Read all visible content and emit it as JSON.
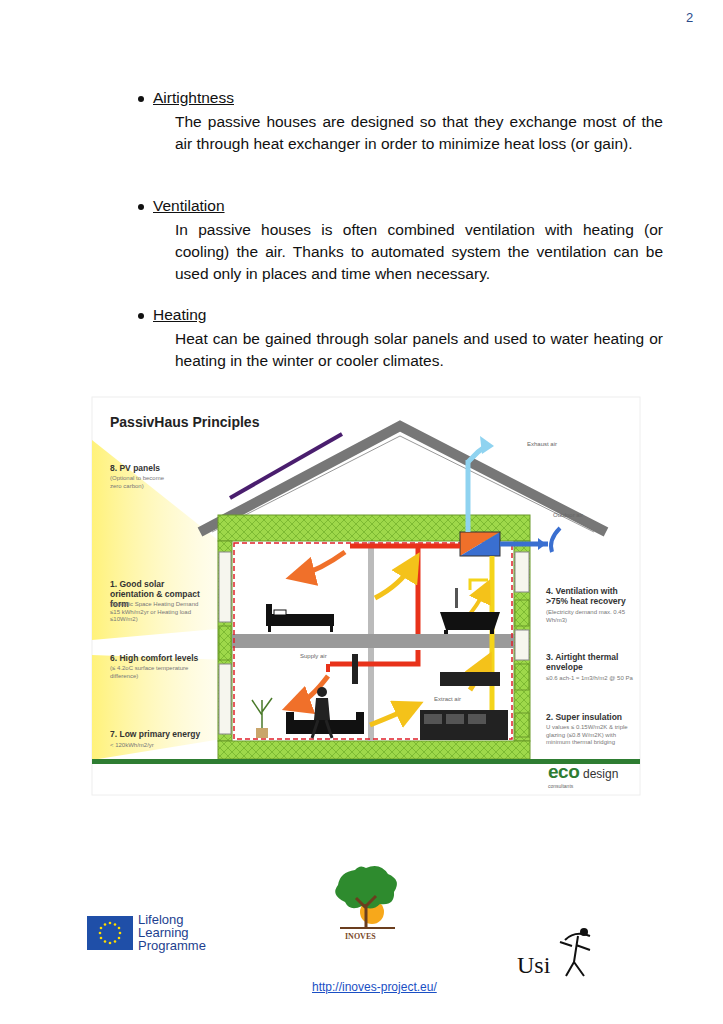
{
  "diagram": {
    "title": "PassivHaus Principles",
    "labels": [
      "2",
      "Airtightness",
      "The passive houses are designed so that they exchange most of the air through heat exchanger in order to minimize heat loss (or gain).",
      "Ventilation",
      "In passive houses is often combined ventilation with heating (or cooling) the air. Thanks to automated system the ventilation can be used only in places and time when necessary.",
      "Heating",
      "Heat can be gained through solar panels and used to water heating or heating in the winter or cooler climates.",
      "8. PV panels",
      "(Optional to become zero carbon)",
      "Exhaust air",
      "Outdoor air",
      "1. Good solar orientation & compact form",
      "(Specific Space Heating Demand ≤15 kWh/m2yr or Heating load ≤10W/m2)",
      "4. Ventilation with >75% heat recovery",
      "(Electricity demand max. 0.45 Wh/m3)",
      "6. High comfort levels",
      "(≤ 4.2oC surface temperature difference)",
      "Supply air",
      "Extract air",
      "3. Airtight thermal envelope",
      "≤0.6 ach-1 ≈ 1m3/h/m2 @ 50 Pa",
      "2. Super insulation",
      "U values ≤ 0.15W/m2K & triple glazing (≤0.8 W/m2K) with minimum thermal bridging",
      "7. Low primary energy",
      "< 120kWh/m2/yr",
      "eco",
      "design",
      "consultants",
      "Lifelong Learning Programme",
      "INOVES",
      "http://inoves-project.eu/",
      "Usi"
    ]
  }
}
